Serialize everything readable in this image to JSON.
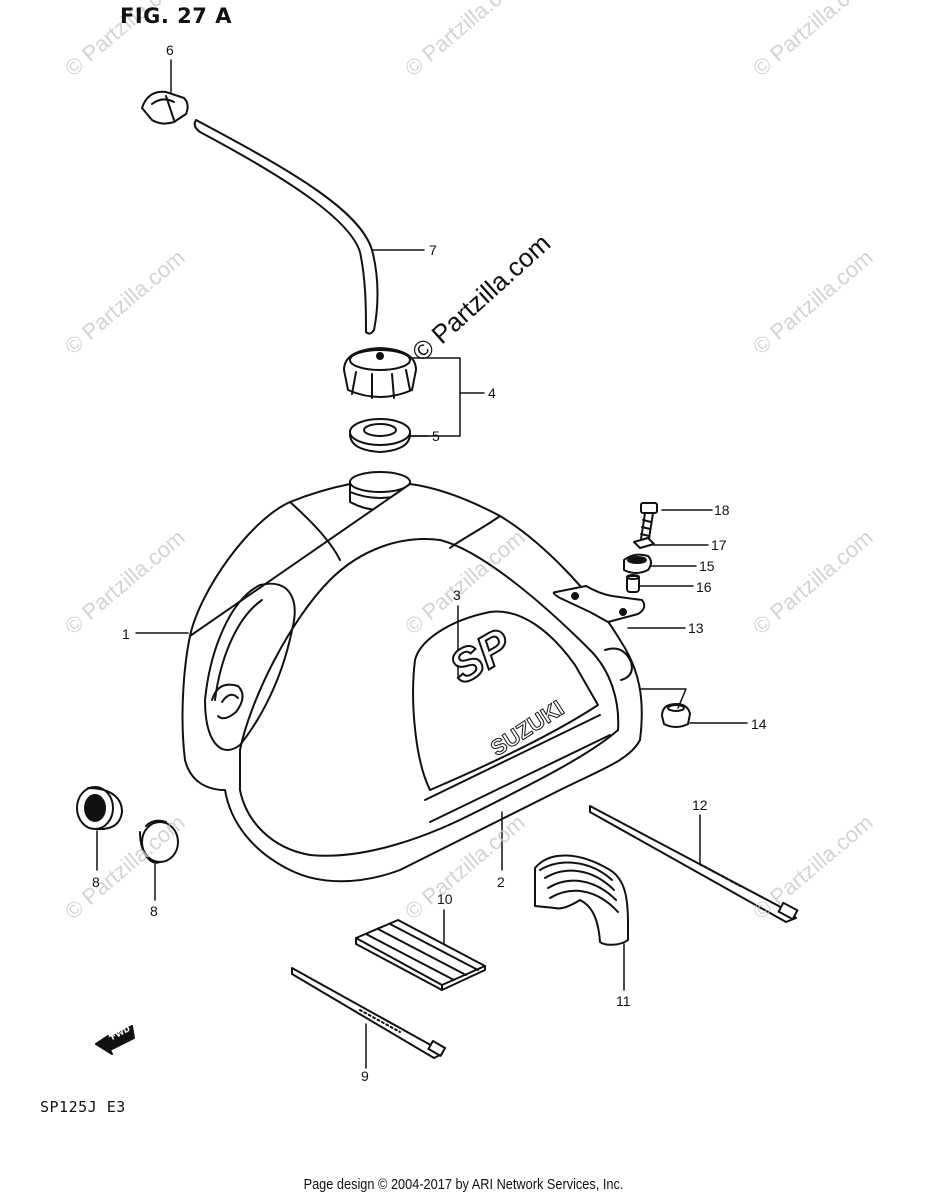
{
  "figure": {
    "title": "FIG. 27 A",
    "model": "SP125J  E3",
    "footer": "Page design © 2004-2017 by ARI Network Services, Inc."
  },
  "watermark": {
    "text": "© Partzilla.com",
    "main_text": "© Partzilla.com"
  },
  "tank_logo": {
    "letters": "SP",
    "brand": "SUZUKI"
  },
  "fwd_badge": "FWD",
  "callouts": [
    "1",
    "2",
    "3",
    "4",
    "5",
    "6",
    "7",
    "8",
    "8",
    "9",
    "10",
    "11",
    "12",
    "13",
    "14",
    "15",
    "16",
    "17",
    "18"
  ]
}
